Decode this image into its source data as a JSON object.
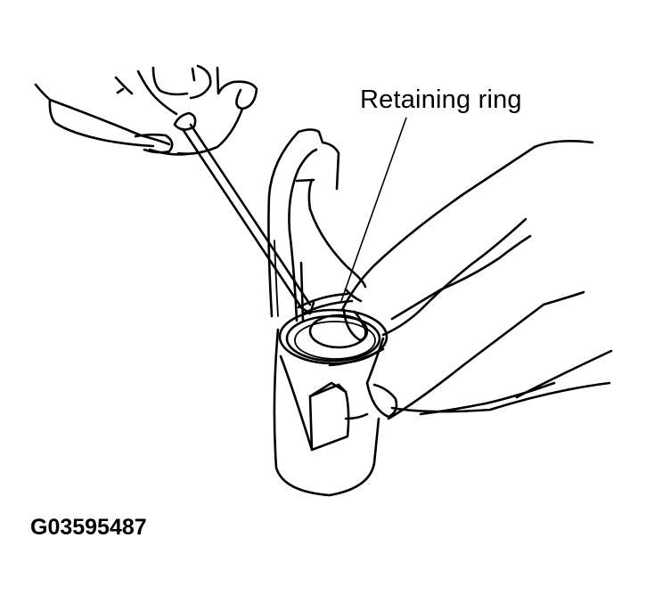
{
  "figure": {
    "callouts": [
      {
        "label": "Retaining ring",
        "target": "retaining-ring"
      }
    ],
    "figure_id": "G03595487",
    "components": [
      "hand-with-screwdriver",
      "screwdriver",
      "shift-fork",
      "retaining-ring",
      "hand-pressing-ring"
    ],
    "line_color": "#000000",
    "background": "#ffffff"
  }
}
